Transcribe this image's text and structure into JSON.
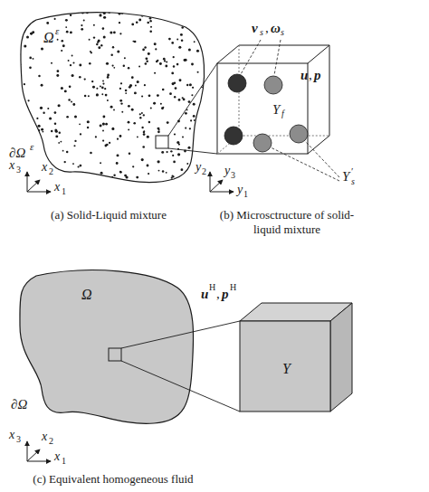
{
  "diagram": {
    "labels": [
      "Ω",
      "ε",
      "∂Ω",
      "ε",
      "x",
      "3",
      "x",
      "2",
      "x",
      "1",
      "v",
      "s",
      ",",
      "ω",
      "s",
      "u",
      ",",
      "p",
      "Y",
      "f",
      "y",
      "2",
      "y",
      "3",
      "y",
      "1",
      "Y",
      "′",
      "s",
      "(a) Solid-Liquid mixture",
      "(b) Microsctructure of solid-liquid mixture",
      "Ω",
      "∂Ω",
      "u",
      "H",
      ",",
      "p",
      "H",
      "Y",
      "x",
      "3",
      "x",
      "2",
      "x",
      "1",
      "(c) Equivalent homogeneous fluid"
    ]
  }
}
